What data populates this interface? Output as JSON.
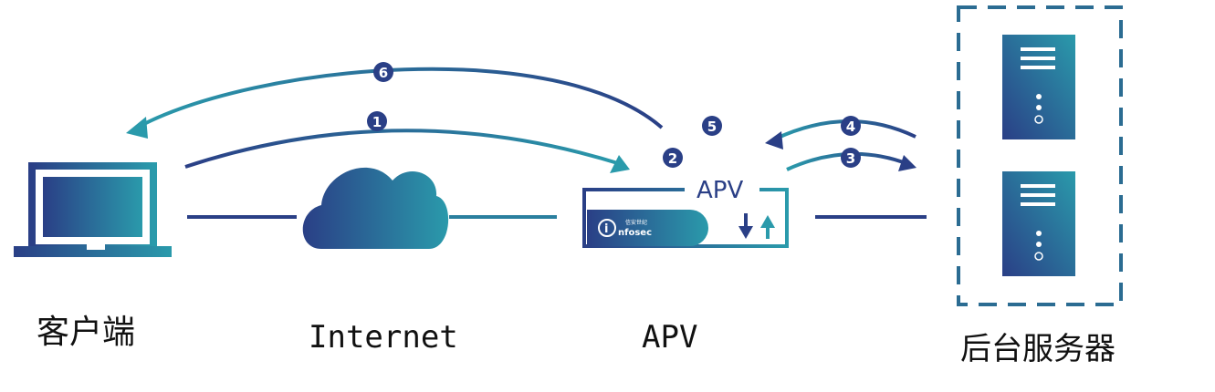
{
  "labels": {
    "client": "客户端",
    "internet": "Internet",
    "apv": "APV",
    "backend": "后台服务器"
  },
  "device": {
    "label": "APV",
    "brand": "nfosec",
    "brand_small": "信安世纪"
  },
  "steps": [
    "1",
    "2",
    "3",
    "4",
    "5",
    "6"
  ],
  "colors": {
    "navy": "#2a3f86",
    "teal": "#2a9aab",
    "dashed_border": "#2b6c92"
  }
}
